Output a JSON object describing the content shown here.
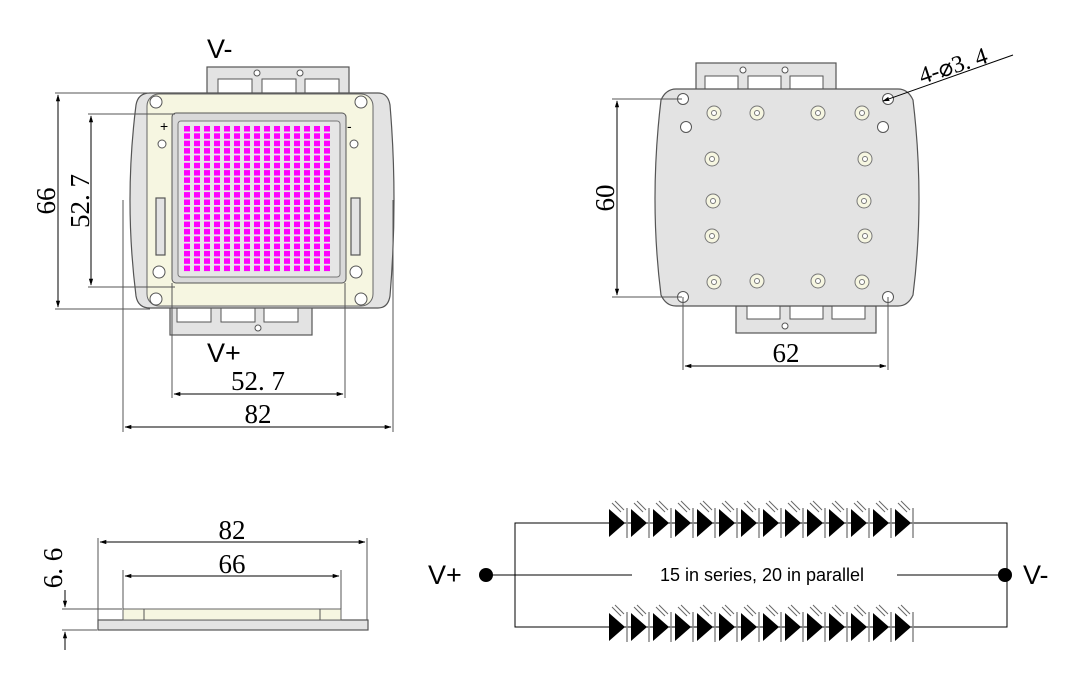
{
  "front_view": {
    "top_terminal_label": "V-",
    "bottom_terminal_label": "V+",
    "plus_marking": "+",
    "minus_marking": "-",
    "dim_height_outer": "66",
    "dim_height_inner": "52. 7",
    "dim_width_inner": "52. 7",
    "dim_width_outer": "82",
    "led_array": {
      "columns": 15,
      "rows": 20,
      "color": "#ff00ff"
    }
  },
  "back_view": {
    "dim_height": "60",
    "dim_width": "62",
    "hole_callout": "4-⌀3. 4"
  },
  "side_view": {
    "dim_width_outer": "82",
    "dim_width_inner": "66",
    "dim_thickness": "6. 6"
  },
  "circuit": {
    "left_terminal": "V+",
    "right_terminal": "V-",
    "caption": "15 in series, 20 in parallel",
    "diodes_per_row": 14
  },
  "colors": {
    "plate": "#e3e3e3",
    "cream": "#f6f6e1",
    "led": "#ff00ff"
  }
}
